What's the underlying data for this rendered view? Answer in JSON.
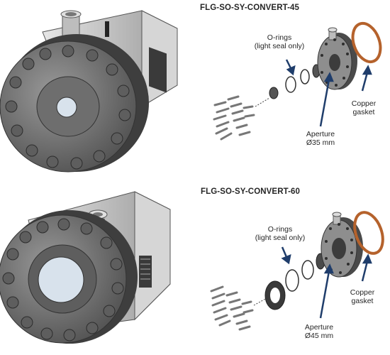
{
  "section_top": {
    "title": "FLG-SO-SY-CONVERT-45",
    "orings_label": [
      "O-rings",
      "(light seal only)"
    ],
    "aperture_label": [
      "Aperture",
      "Ø35 mm"
    ],
    "gasket_label": [
      "Copper",
      "gasket"
    ]
  },
  "section_bottom": {
    "title": "FLG-SO-SY-CONVERT-60",
    "orings_label": [
      "O-rings",
      "(light seal only)"
    ],
    "aperture_label": [
      "Aperture",
      "Ø45 mm"
    ],
    "gasket_label": [
      "Copper",
      "gasket"
    ]
  },
  "colors": {
    "arrow": "#1f3d6b",
    "copper": "#b5622c",
    "metal_dark": "#5a5a5a",
    "metal_mid": "#8a8a8a",
    "metal_light": "#c8c8c8"
  }
}
